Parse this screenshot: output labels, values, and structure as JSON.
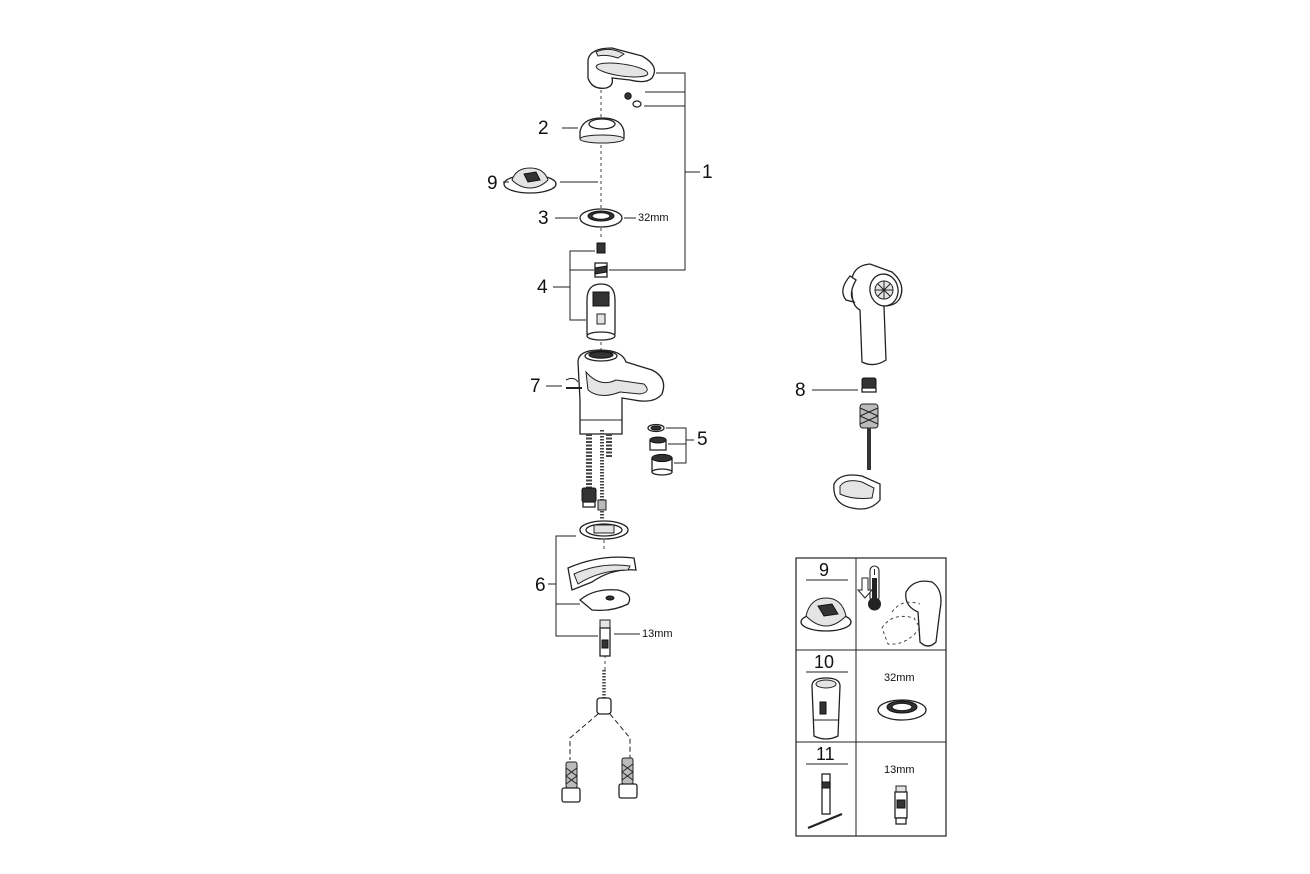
{
  "callouts": {
    "c1": "1",
    "c2": "2",
    "c3": "3",
    "c4": "4",
    "c5": "5",
    "c6": "6",
    "c7": "7",
    "c8": "8",
    "c9": "9"
  },
  "dimensions": {
    "nut_32": "32mm",
    "nut_13": "13mm"
  },
  "tool_table": {
    "rows": [
      {
        "number": "9"
      },
      {
        "number": "10",
        "dimension": "32mm"
      },
      {
        "number": "11",
        "dimension": "13mm"
      }
    ]
  },
  "icons": {
    "thermometer": "thermometer-icon",
    "arrow": "arrow-down-icon"
  }
}
